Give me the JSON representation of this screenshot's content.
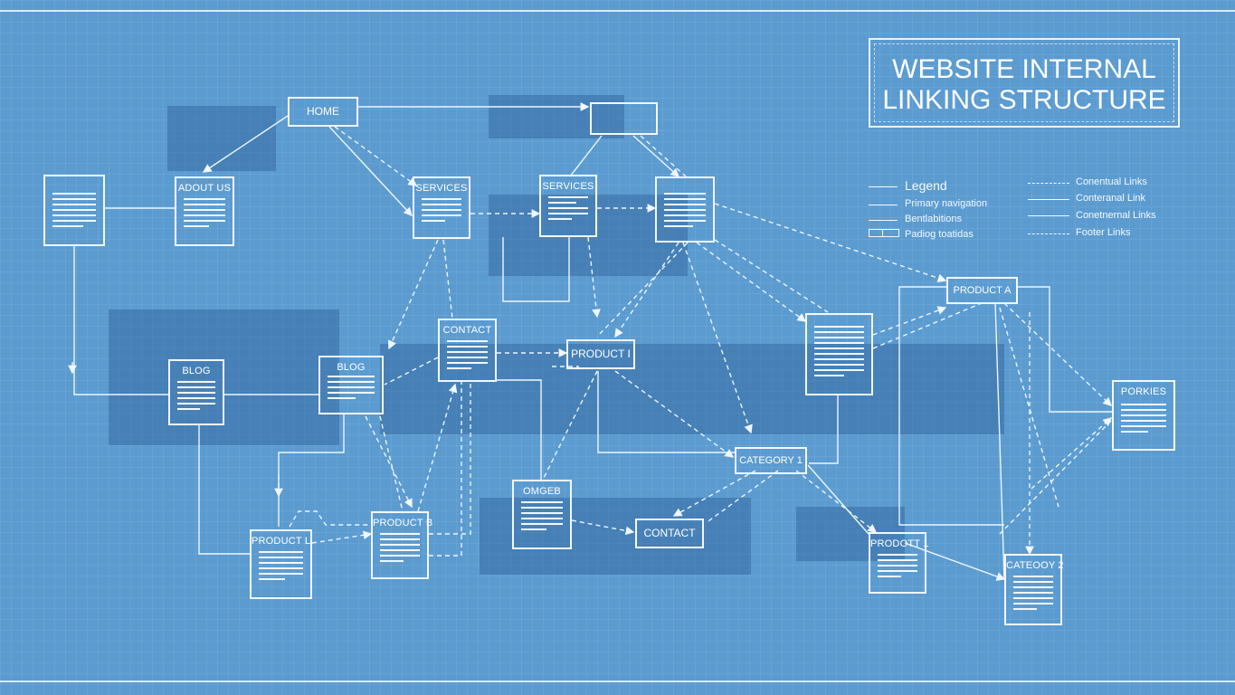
{
  "title": {
    "line1": "WEBSITE INTERNAL",
    "line2": "LINKING STRUCTURE"
  },
  "legend": {
    "heading": "Legend",
    "left_items": [
      "Primary navigation",
      "Bentlabitions",
      "Padiog toatidas"
    ],
    "right_items": [
      "Conentual Links",
      "Conteranal Link",
      "Conetnernal Links",
      "Footer Links"
    ]
  },
  "nodes": {
    "home": "HOME",
    "about_us": "ADOUT US",
    "services_1": "SERVICES",
    "services_2": "SERVICES",
    "contact_1": "CONTACT",
    "blog_1": "BLOG",
    "blog_2": "BLOG",
    "product_1": "PRODUCT I",
    "product_a": "PRODUCT A",
    "porkies": "PORKIES",
    "category_1": "CATEGORY 1",
    "omgeb": "OMGEB",
    "contact_2": "CONTACT",
    "product_b": "PRODUCT B",
    "product_l": "PRODUCT L",
    "product_1b": "PRODOTT 1",
    "category_2": "CATEOOY 2"
  },
  "colors": {
    "background": "#5b9bd0",
    "line": "#eef6ff",
    "shade": "#2d5f96"
  }
}
